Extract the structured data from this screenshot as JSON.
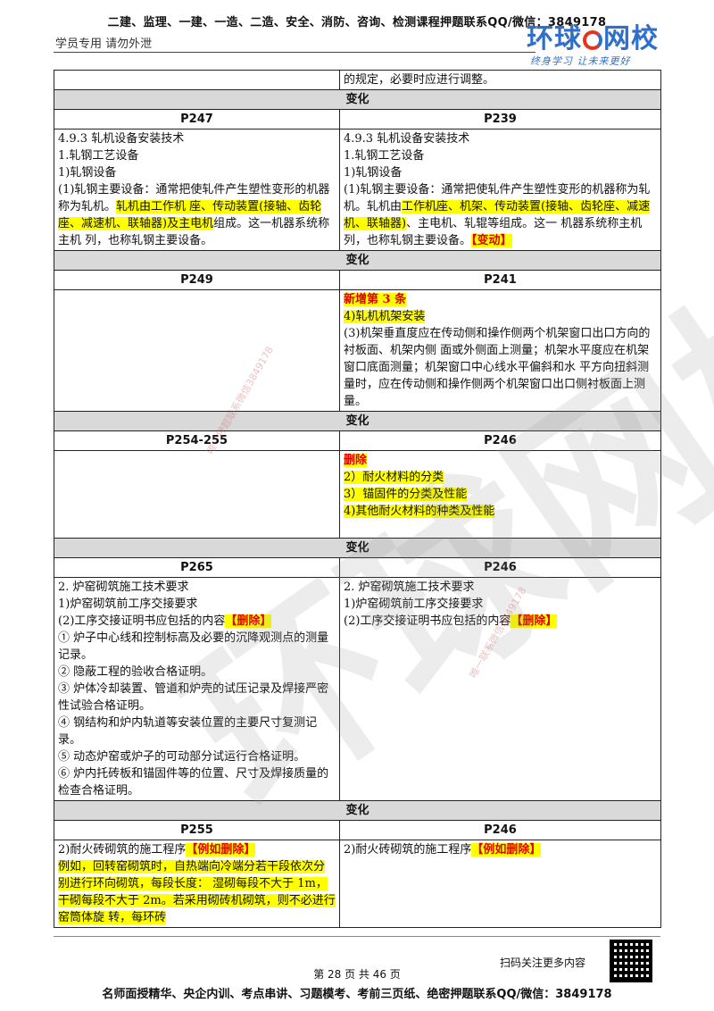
{
  "header": {
    "banner": "二建、监理、一建、一造、二造、安全、消防、咨询、检测课程押题联系QQ/微信：3849178",
    "sub_left": "学员专用 请勿外泄",
    "logo_text_a": "环球",
    "logo_text_b": "网校",
    "logo_slogan": "终身学习 让未来更好"
  },
  "watermark": {
    "big": "环球网校",
    "small": "唯一押题联系微信3849178",
    "small2": "唯一联系微信3849178"
  },
  "table": {
    "top_row_right": "的规定，必要时应进行调整。",
    "change_label": "变化",
    "s1": {
      "left_page": "P247",
      "right_page": "P239",
      "left_l1": "4.9.3  轧机设备安装技术",
      "left_l2": "1.轧钢工艺设备",
      "left_l3": "1)轧钢设备",
      "left_l4a": "(1)轧钢主要设备：通常把使轧件产生塑性变形的机器称为轧机。",
      "left_l4b": "轧机由工作机 座、传动装置(接轴、齿轮座、减速机、联轴器)及主电机",
      "left_l4c": "组成。这一机器系统称主机 列，也称轧钢主要设备。",
      "right_l1": "4.9.3  轧机设备安装技术",
      "right_l2": "1.轧钢工艺设备",
      "right_l3": "1)轧钢设备",
      "right_l4a": "(1)轧钢主要设备：通常把使轧件产生塑性变形的机器称为轧机。轧机由",
      "right_l4b": "工作机座、机架、传动装置(接轴、齿轮座、减速机、联轴器)",
      "right_l4c": "、主电机、轧辊等组成。这一 机器系统称主机列，也称轧钢主要设备。",
      "right_tag": "【变动】"
    },
    "s2": {
      "left_page": "P249",
      "right_page": "P241",
      "right_new": "新增第 3 条",
      "right_title": "4)轧机机架安装",
      "right_body": "(3)机架垂直度应在传动侧和操作侧两个机架窗口出口方向的衬板面、机架内侧 面或外侧面上测量；机架水平度应在机架窗口底面测量；机架窗口中心线水平偏斜和水 平方向扭斜测量时，应在传动侧和操作侧两个机架窗口出口侧衬板面上测量。"
    },
    "s3": {
      "left_page": "P254-255",
      "right_page": "P246",
      "right_delete": "删除",
      "right_i1": "2）耐火材料的分类",
      "right_i2": "3）锚固件的分类及性能",
      "right_i3": "4)其他耐火材料的种类及性能"
    },
    "s4": {
      "left_page": "P265",
      "right_page": "P246",
      "left_l1": "2.  炉窑砌筑施工技术要求",
      "left_l2": "1)炉窑砌筑前工序交接要求",
      "left_l3": "(2)工序交接证明书应包括的内容",
      "left_tag": "【删除】",
      "left_i1": "① 炉子中心线和控制标高及必要的沉降观测点的测量记录。",
      "left_i2": "② 隐蔽工程的验收合格证明。",
      "left_i3": "③ 炉体冷却装置、管道和炉壳的试压记录及焊接严密性试验合格证明。",
      "left_i4": "④ 钢结构和炉内轨道等安装位置的主要尺寸复测记录。",
      "left_i5": "⑤ 动态炉窑或炉子的可动部分试运行合格证明。",
      "left_i6": "⑥ 炉内托砖板和锚固件等的位置、尺寸及焊接质量的检查合格证明。",
      "right_l1": "2.  炉窑砌筑施工技术要求",
      "right_l2": "1)炉窑砌筑前工序交接要求",
      "right_l3": "(2)工序交接证明书应包括的内容",
      "right_tag": "【删除】"
    },
    "s5": {
      "left_page": "P255",
      "right_page": "P246",
      "left_l1": "2)耐火砖砌筑的施工程序",
      "left_tag": "【例如删除】",
      "left_body": "例如，回转窑砌筑时，自热端向冷端分若干段依次分别进行环向砌筑，每段长度： 湿砌每段不大于 1m， 干砌每段不大于 2m。若采用砌砖机砌筑，则不必进行窑筒体旋 转，每环砖",
      "right_l1": "2)耐火砖砌筑的施工程序",
      "right_tag": "【例如删除】"
    }
  },
  "footer": {
    "scan_text": "扫码关注更多内容",
    "page_text": "第 28 页 共 46 页",
    "banner": "名师面授精华、央企内训、考点串讲、习题模考、考前三页纸、绝密押题联系QQ/微信：3849178"
  }
}
